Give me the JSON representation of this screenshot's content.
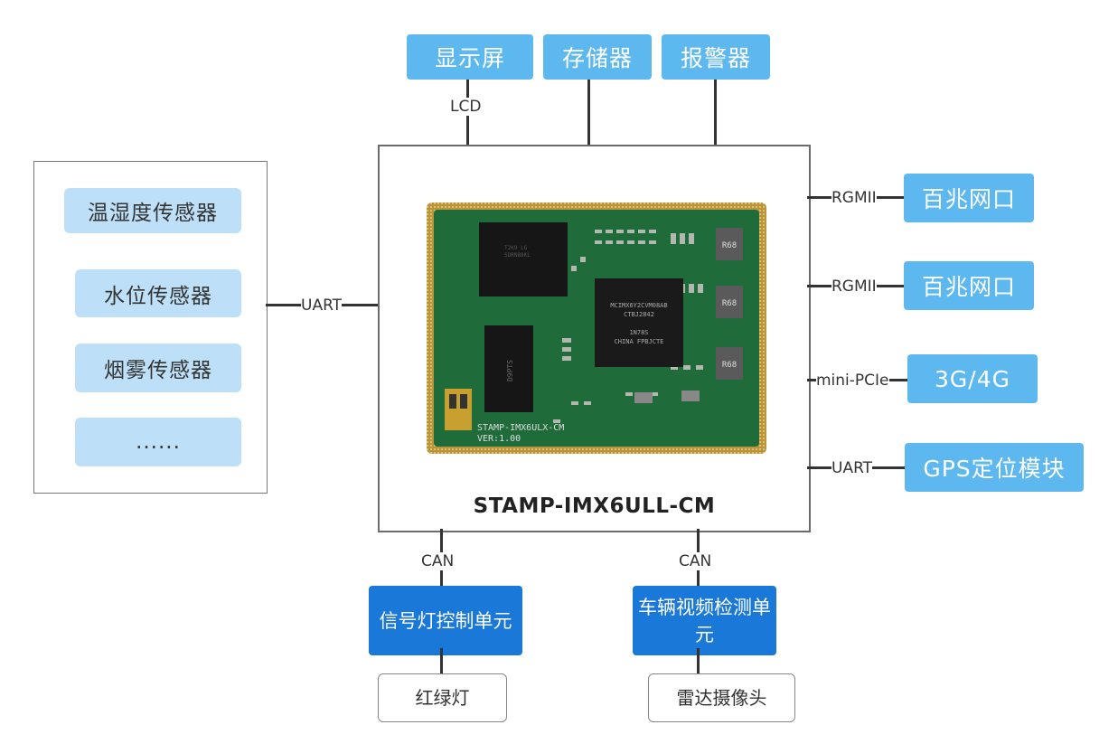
{
  "core_board": {
    "title": "STAMP-IMX6ULL-CM",
    "module_label": "STAMP-IMX6ULX-CM",
    "version_label": "VER:1.00",
    "chip_text": [
      "MCIMX6Y2CVM08AB",
      "CTBJ2842",
      "1N78S",
      "CHINA FPBJCTE"
    ],
    "ram_text": "D9PTS",
    "inductor_label": "R68"
  },
  "top_modules": [
    {
      "label": "显示屏",
      "interface": "LCD"
    },
    {
      "label": "存储器",
      "interface": ""
    },
    {
      "label": "报警器",
      "interface": ""
    }
  ],
  "sensors": {
    "interface": "UART",
    "items": [
      "温湿度传感器",
      "水位传感器",
      "烟雾传感器",
      "......"
    ]
  },
  "right_modules": [
    {
      "label": "百兆网口",
      "interface": "RGMII"
    },
    {
      "label": "百兆网口",
      "interface": "RGMII"
    },
    {
      "label": "3G/4G",
      "interface": "mini-PCIe"
    },
    {
      "label": "GPS定位模块",
      "interface": "UART"
    }
  ],
  "bottom_modules": [
    {
      "label": "信号灯控制单元",
      "interface": "CAN",
      "device": "红绿灯"
    },
    {
      "label": "车辆视频检测单元",
      "interface": "CAN",
      "device": "雷达摄像头"
    }
  ],
  "colors": {
    "light_blue": "#5db8f0",
    "dark_blue": "#1a78d8",
    "sensor_fill": "#bde0f8",
    "line": "#333333"
  }
}
